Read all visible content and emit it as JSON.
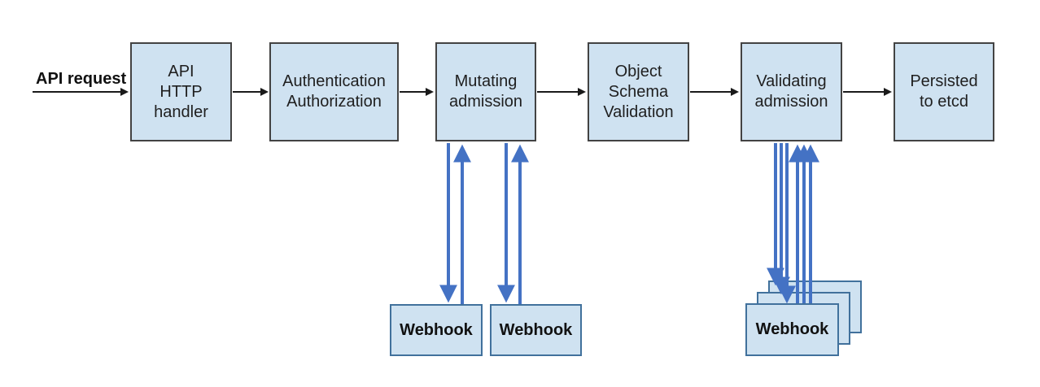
{
  "diagram": {
    "input_label": "API request",
    "nodes": [
      {
        "id": "api-http-handler",
        "label": "API\nHTTP\nhandler"
      },
      {
        "id": "authentication-authorization",
        "label": "Authentication\nAuthorization"
      },
      {
        "id": "mutating-admission",
        "label": "Mutating\nadmission"
      },
      {
        "id": "object-schema-validation",
        "label": "Object\nSchema\nValidation"
      },
      {
        "id": "validating-admission",
        "label": "Validating\nadmission"
      },
      {
        "id": "persisted-to-etcd",
        "label": "Persisted\nto etcd"
      }
    ],
    "mutating_webhooks": [
      {
        "label": "Webhook"
      },
      {
        "label": "Webhook"
      }
    ],
    "validating_webhook_stack": {
      "front_label": "Webhook",
      "stacked_count": 3
    },
    "colors": {
      "node_fill": "#cfe2f1",
      "node_border": "#434343",
      "webhook_border": "#41719c",
      "flow_arrow": "#1a1a1a",
      "webhook_arrow": "#4472c4"
    }
  }
}
